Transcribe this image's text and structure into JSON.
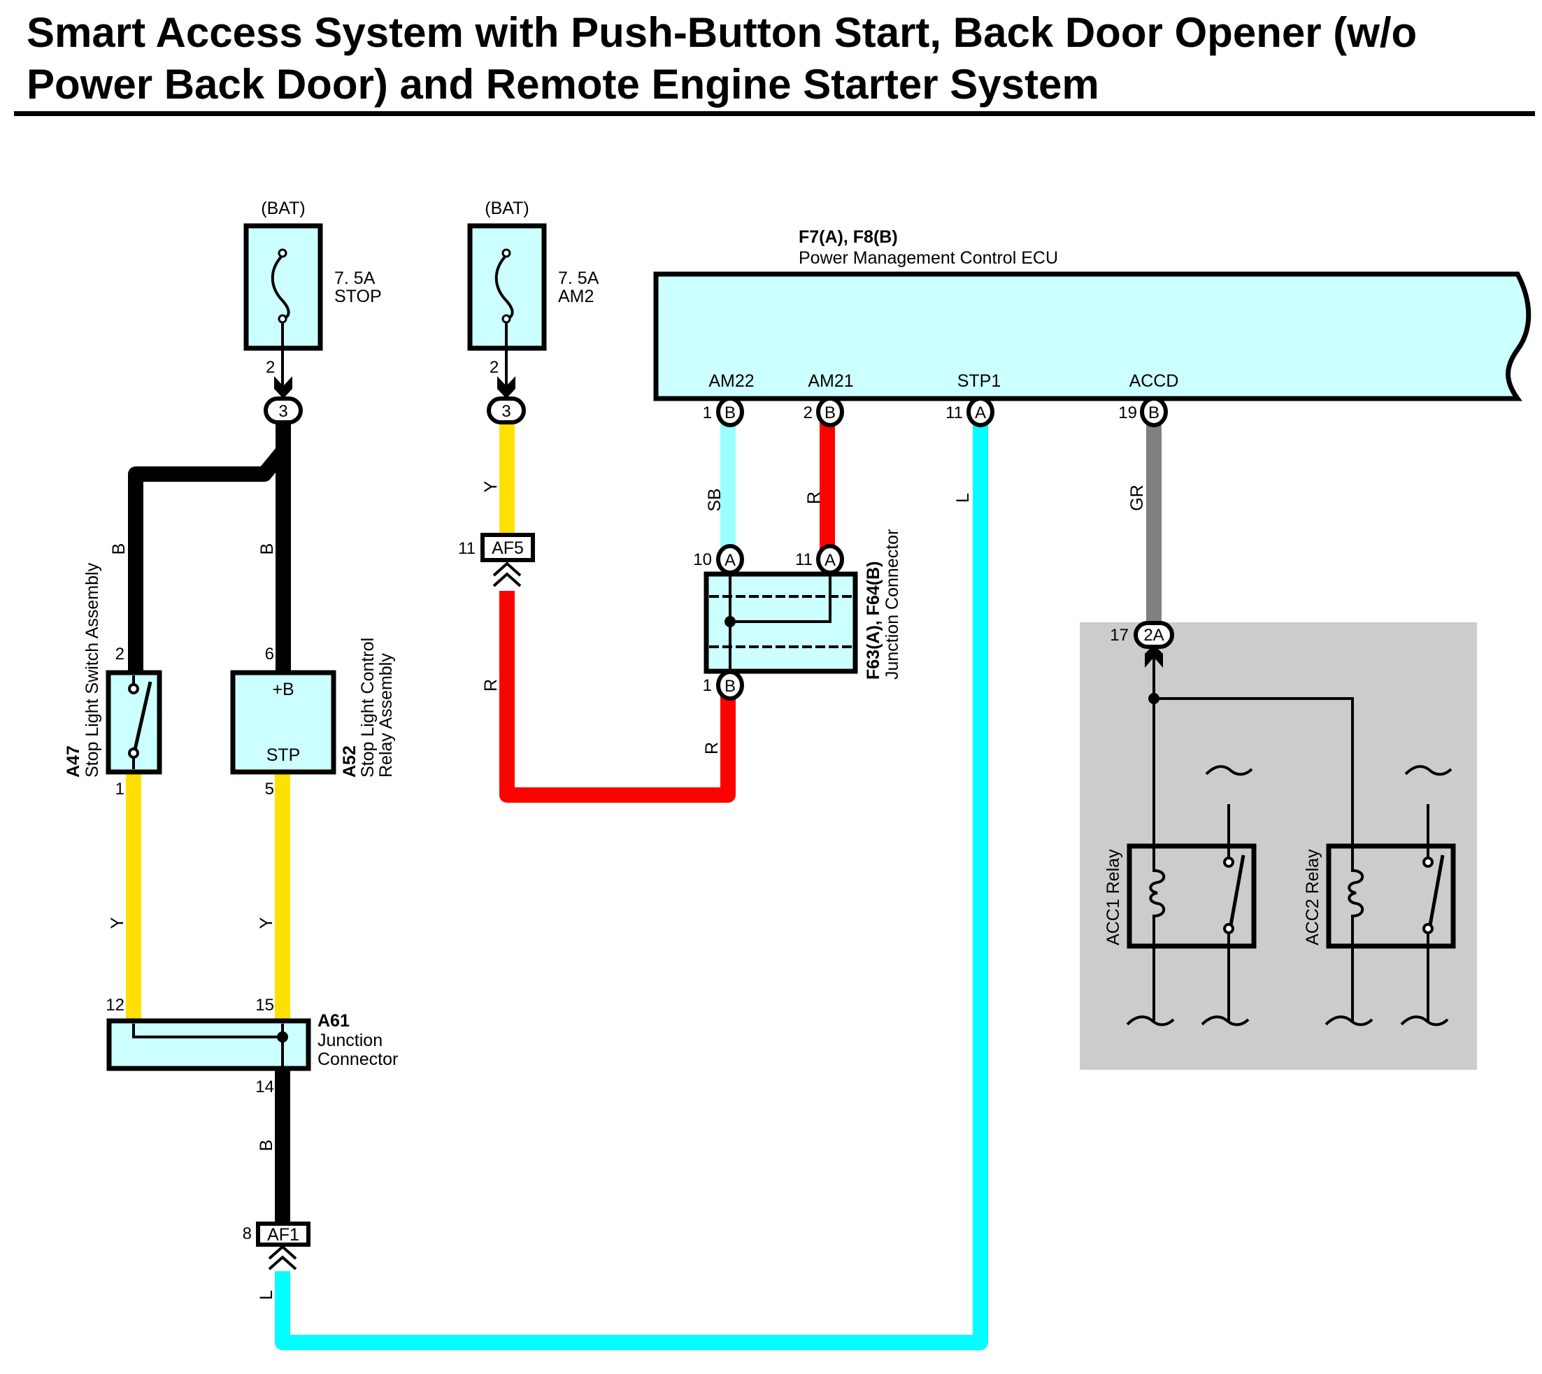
{
  "title": {
    "line1": "Smart Access System with Push-Button Start, Back Door Opener (w/o",
    "line2": "Power Back Door) and Remote Engine Starter System"
  },
  "colors": {
    "component_fill": "#ccffff",
    "ecu_fill": "#ccffff",
    "shaded_area": "#cccccc",
    "wire_B": "#000000",
    "wire_Y": "#ffe000",
    "wire_R": "#ff0000",
    "wire_SB": "#99ffff",
    "wire_L": "#00ffff",
    "wire_GR": "#808080"
  },
  "fuses": [
    {
      "source": "(BAT)",
      "rating": "7. 5A",
      "name": "STOP",
      "pin": "2",
      "connector": "3"
    },
    {
      "source": "(BAT)",
      "rating": "7. 5A",
      "name": "AM2",
      "pin": "2",
      "connector": "3"
    }
  ],
  "ecu": {
    "code": "F7(A), F8(B)",
    "name": "Power Management Control ECU",
    "terminals": [
      {
        "label": "AM22",
        "pin": "1",
        "connector": "B",
        "wire": "SB"
      },
      {
        "label": "AM21",
        "pin": "2",
        "connector": "B",
        "wire": "R"
      },
      {
        "label": "STP1",
        "pin": "11",
        "connector": "A",
        "wire": "L"
      },
      {
        "label": "ACCD",
        "pin": "19",
        "connector": "B",
        "wire": "GR"
      }
    ]
  },
  "stop_light_switch": {
    "code": "A47",
    "name": "Stop Light Switch Assembly",
    "pin_top": "2",
    "pin_bottom": "1",
    "wire_top": "B",
    "wire_bottom": "Y"
  },
  "stop_light_relay": {
    "code": "A52",
    "name_line1": "Stop Light Control",
    "name_line2": "Relay Assembly",
    "term_top": "+B",
    "term_bottom": "STP",
    "pin_top": "6",
    "pin_bottom": "5",
    "wire_top": "B",
    "wire_bottom": "Y"
  },
  "junction_a61": {
    "code": "A61",
    "name_line1": "Junction",
    "name_line2": "Connector",
    "pin_left": "12",
    "pin_right": "15",
    "pin_bottom": "14",
    "wire_bottom": "B"
  },
  "af1": {
    "label": "AF1",
    "pin": "8",
    "wire_below": "L"
  },
  "af5": {
    "label": "AF5",
    "pin": "11",
    "wire_above": "Y",
    "wire_below": "R"
  },
  "junction_f63": {
    "code": "F63(A), F64(B)",
    "name": "Junction Connector",
    "pins": [
      {
        "pin": "10",
        "connector": "A"
      },
      {
        "pin": "11",
        "connector": "A"
      },
      {
        "pin": "1",
        "connector": "B"
      }
    ],
    "wire_bottom": "R"
  },
  "relay_block": {
    "connector_pin": "17",
    "connector": "2A",
    "relays": [
      {
        "name": "ACC1 Relay"
      },
      {
        "name": "ACC2 Relay"
      }
    ]
  }
}
